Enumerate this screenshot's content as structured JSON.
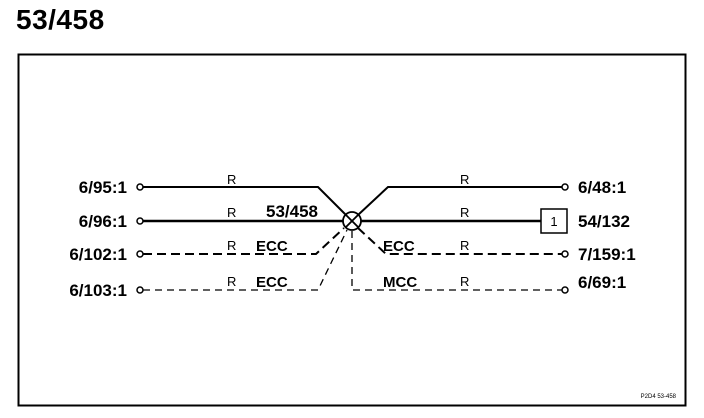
{
  "title": "53/458",
  "splice": {
    "label": "53/458"
  },
  "left_terminals": [
    "6/95:1",
    "6/96:1",
    "6/102:1",
    "6/103:1"
  ],
  "right_terminals": [
    "6/48:1",
    "54/132",
    "7/159:1",
    "6/69:1"
  ],
  "connector": {
    "number": "1"
  },
  "wire_labels": {
    "r": "R",
    "ecc": "ECC",
    "mcc": "MCC"
  },
  "footer_code": "P2D4  53-458"
}
